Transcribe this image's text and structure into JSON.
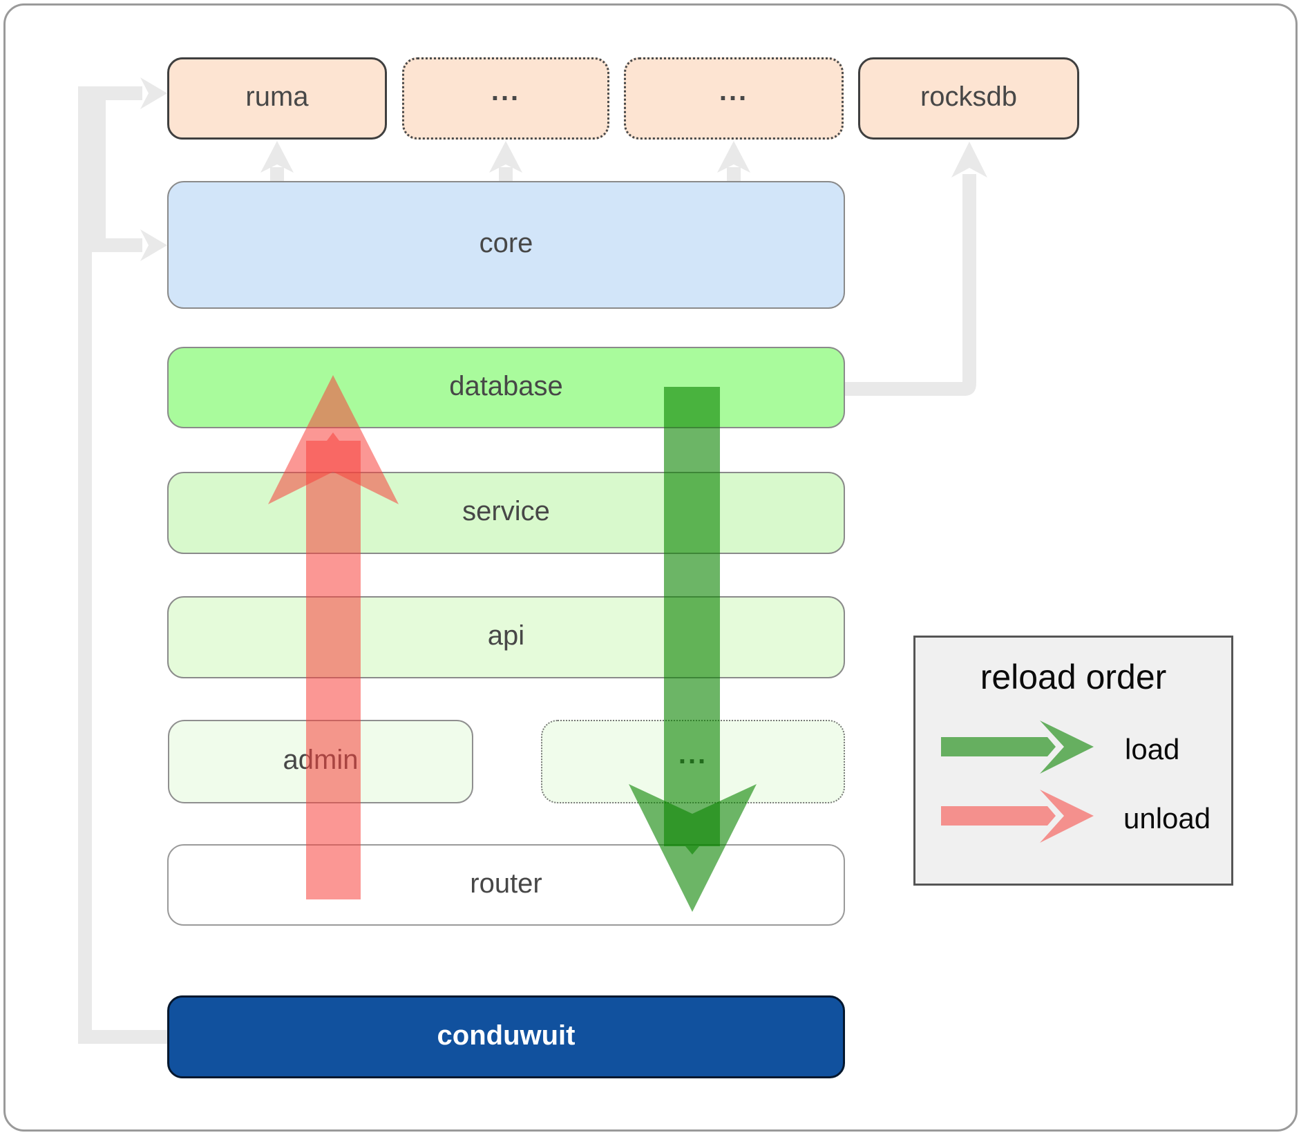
{
  "diagram": {
    "nodes": {
      "ruma": "ruma",
      "dep_more_1": "...",
      "dep_more_2": "...",
      "rocksdb": "rocksdb",
      "core": "core",
      "database": "database",
      "service": "service",
      "api": "api",
      "admin": "admin",
      "service_more": "...",
      "router": "router",
      "conduwuit": "conduwuit"
    },
    "legend": {
      "title": "reload order",
      "load": "load",
      "unload": "unload"
    },
    "colors": {
      "peach": "#fde4d2",
      "blue": "#d2e5f9",
      "green_bright": "#a9fb9c",
      "green_mid": "#d8f9cc",
      "green_light": "#e5fbda",
      "green_faint": "#f0fceb",
      "navy": "#11519e",
      "load_green": "#0a8400",
      "unload_red": "#f7413c",
      "connector": "#e9e9e9",
      "legend_bg": "#f0f0f0"
    }
  }
}
